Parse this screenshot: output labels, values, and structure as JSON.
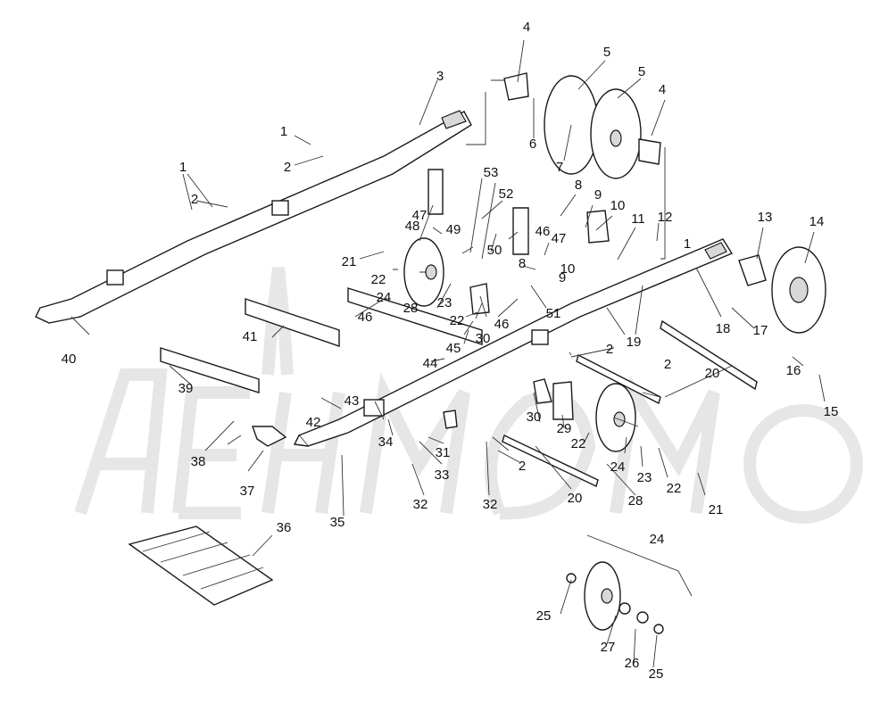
{
  "diagram": {
    "title": "",
    "callouts": [
      "1",
      "2",
      "3",
      "4",
      "5",
      "6",
      "7",
      "8",
      "9",
      "10",
      "11",
      "12",
      "13",
      "14",
      "15",
      "16",
      "17",
      "18",
      "19",
      "20",
      "21",
      "22",
      "23",
      "24",
      "25",
      "26",
      "27",
      "28",
      "29",
      "30",
      "31",
      "32",
      "33",
      "34",
      "35",
      "36",
      "37",
      "38",
      "39",
      "40",
      "41",
      "42",
      "43",
      "44",
      "45",
      "46",
      "47",
      "48",
      "49",
      "50",
      "51",
      "52",
      "53"
    ]
  }
}
